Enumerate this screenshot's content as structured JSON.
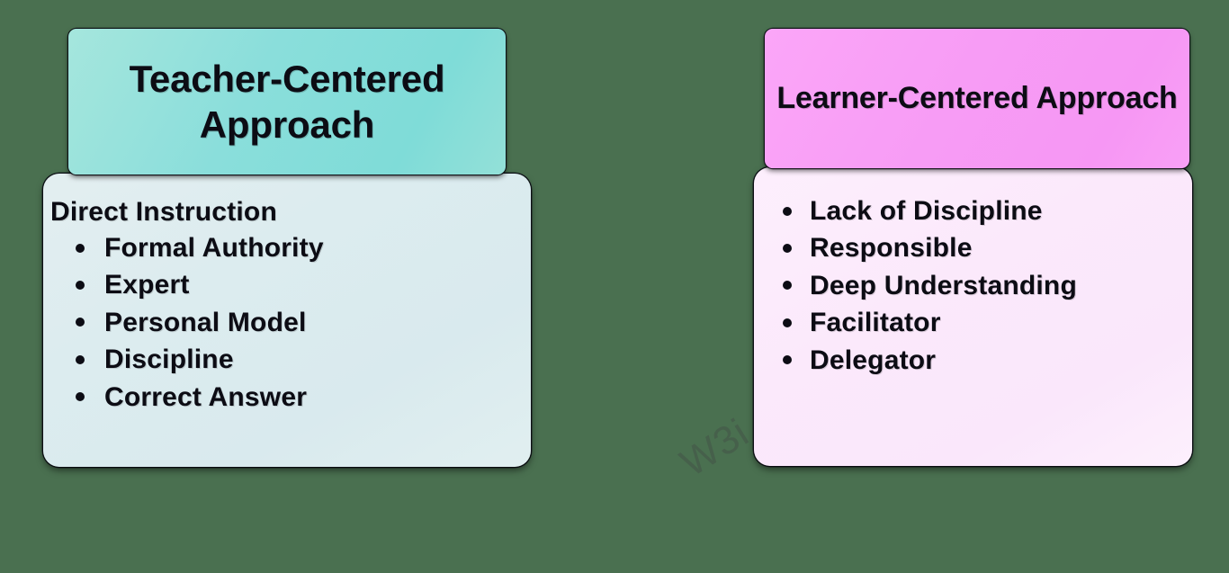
{
  "background_color": "#4a7050",
  "watermark": {
    "text": "W3i",
    "color": "rgba(60,40,60,0.22)"
  },
  "columns": [
    {
      "id": "teacher-centered",
      "header": {
        "title": "Teacher-Centered Approach",
        "color_start": "#a5e6dd",
        "color_end": "#93e0d8"
      },
      "body": {
        "background": "#dcecef",
        "lead": "Direct Instruction",
        "items": [
          "Formal Authority",
          "Expert",
          "Personal Model",
          "Discipline",
          "Correct Answer"
        ]
      }
    },
    {
      "id": "learner-centered",
      "header": {
        "title": "Learner-Centered Approach",
        "color_start": "#fba6f8",
        "color_end": "#f9a0f6"
      },
      "body": {
        "background": "#fbe9fb",
        "lead": "",
        "items": [
          "Lack of Discipline",
          "Responsible",
          "Deep Understanding",
          "Facilitator",
          "Delegator"
        ]
      }
    }
  ]
}
